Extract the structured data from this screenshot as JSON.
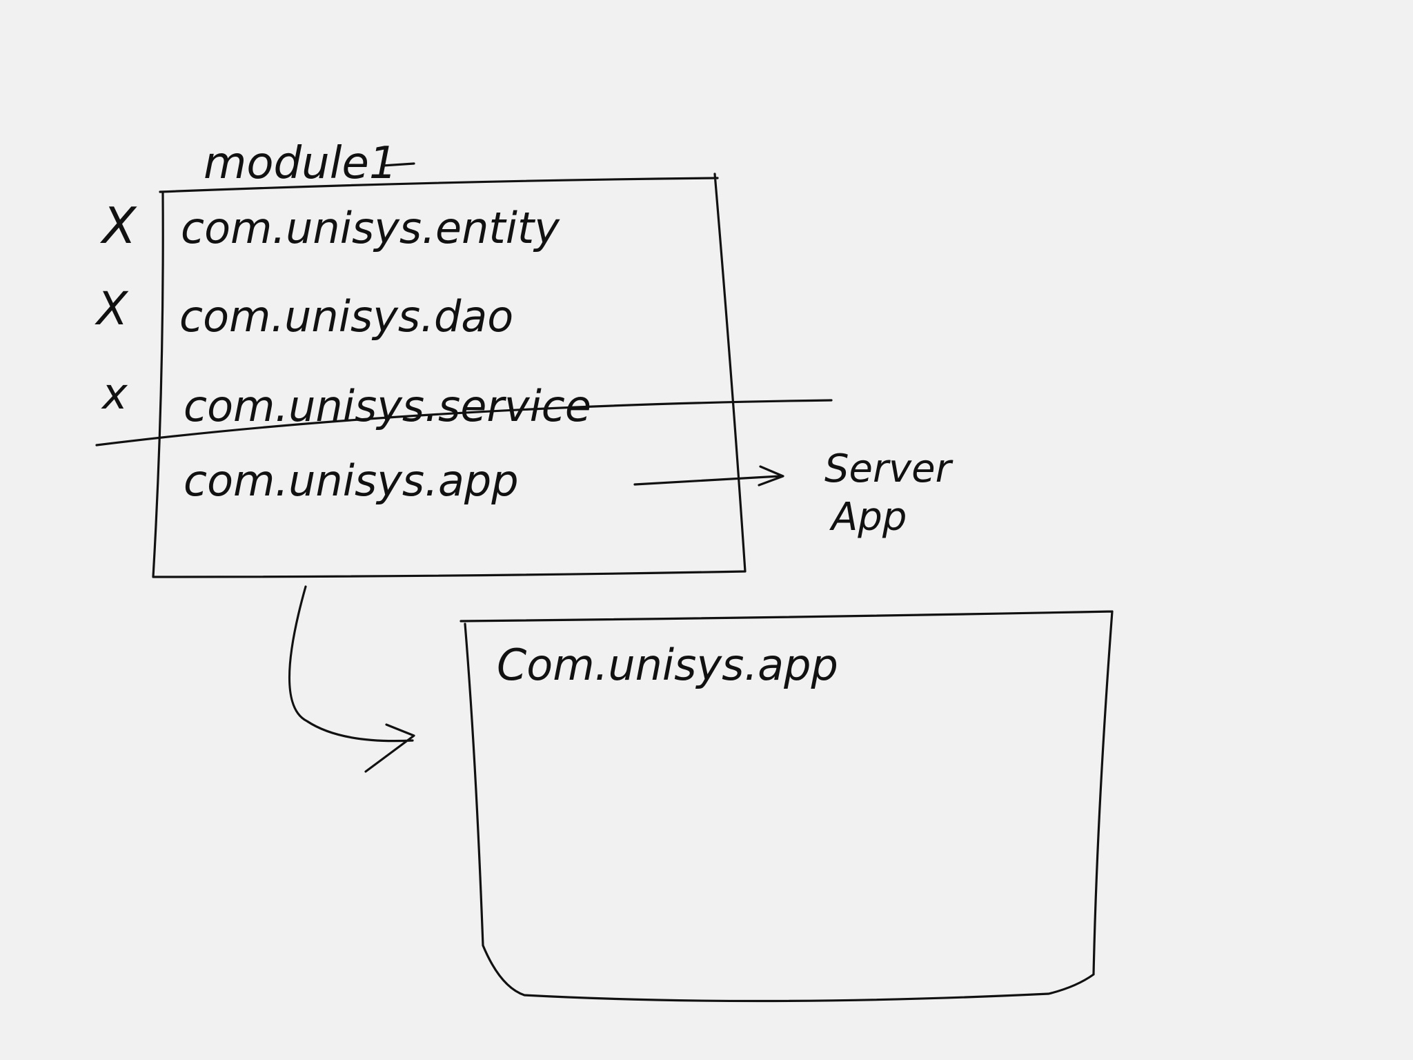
{
  "colors": {
    "background": "#f1f1f1",
    "ink": "#111111"
  },
  "module1": {
    "title": "module1",
    "packages": [
      {
        "name": "com.unisys.entity",
        "mark": "X",
        "excluded": true
      },
      {
        "name": "com.unisys.dao",
        "mark": "X",
        "excluded": true
      },
      {
        "name": "com.unisys.service",
        "mark": "x",
        "excluded": true
      },
      {
        "name": "com.unisys.app",
        "mark": "",
        "excluded": false
      }
    ],
    "target_label_line1": "Server",
    "target_label_line2": "App"
  },
  "new_module": {
    "packages": [
      {
        "name": "Com.unisys.app"
      }
    ]
  }
}
